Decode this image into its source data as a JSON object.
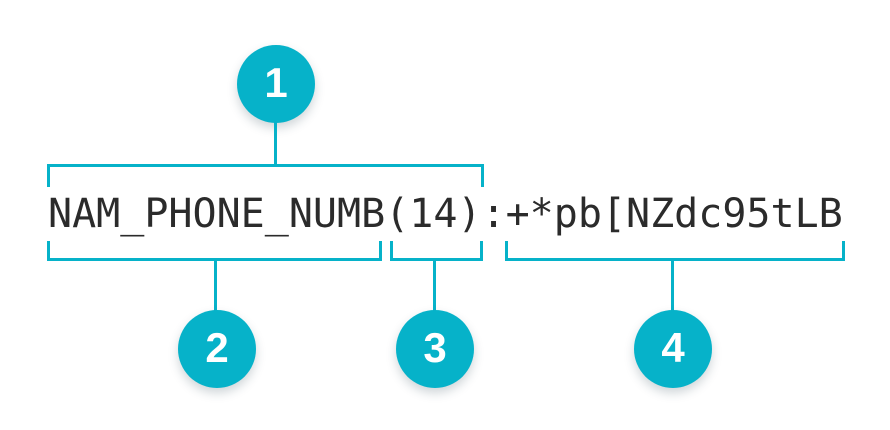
{
  "diagram": {
    "token": {
      "name": "NAM_PHONE_NUMB",
      "length": "(14)",
      "separator": ":",
      "value": "+*pb[NZdc95tLB",
      "full_string": "NAM_PHONE_NUMB(14):+*pb[NZdc95tLB"
    },
    "callouts": [
      {
        "label": "1",
        "points_to": "name-and-length"
      },
      {
        "label": "2",
        "points_to": "name"
      },
      {
        "label": "3",
        "points_to": "length"
      },
      {
        "label": "4",
        "points_to": "value"
      }
    ],
    "colors": {
      "accent": "#06b2c9",
      "text": "#2b2b2b",
      "badge_text": "#ffffff",
      "background": "#ffffff"
    }
  }
}
